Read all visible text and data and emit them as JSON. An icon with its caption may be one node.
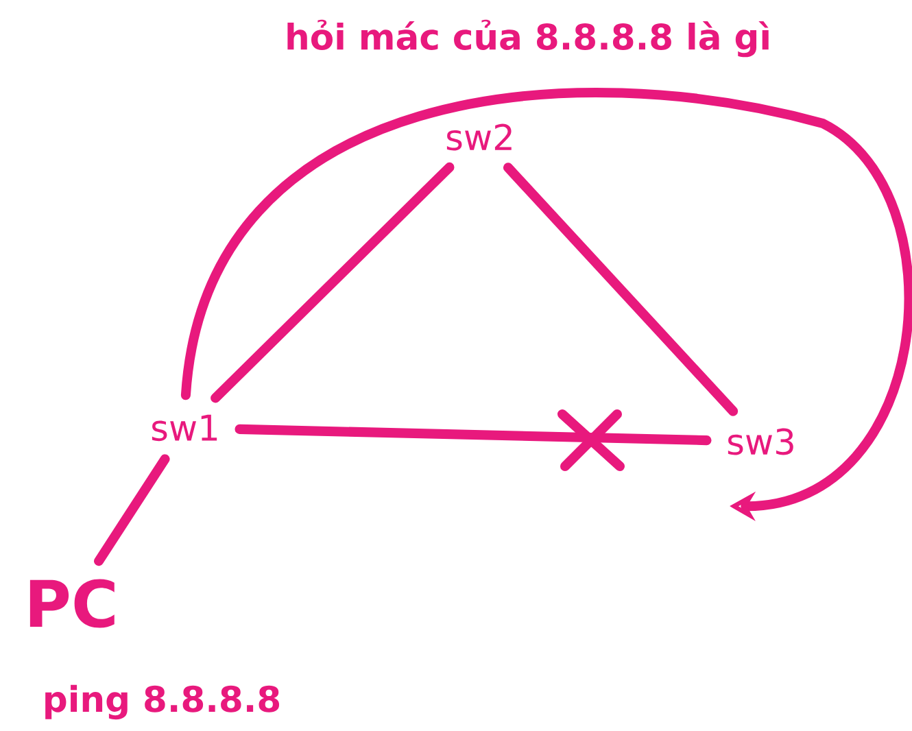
{
  "diagram": {
    "nodes": [
      {
        "text": [
          "sw2"
        ]
      },
      {
        "text": [
          "sw1"
        ]
      },
      {
        "text": [
          "sw3"
        ]
      },
      {
        "text": [
          "PC"
        ],
        "beside": [
          "ping 8.8.8.8"
        ]
      }
    ],
    "edges": [
      {
        "from": 1,
        "to": 0,
        "arrow": "none"
      },
      {
        "from": 0,
        "to": 2,
        "arrow": "none"
      },
      {
        "from": 1,
        "to": 2,
        "arrow": "none"
      },
      {
        "from": 3,
        "to": 1,
        "arrow": "none"
      },
      {
        "from": 1,
        "to": 2,
        "arrow": "to",
        "label": "hỏi mác của 8.8.8.8 là gì"
      }
    ]
  }
}
